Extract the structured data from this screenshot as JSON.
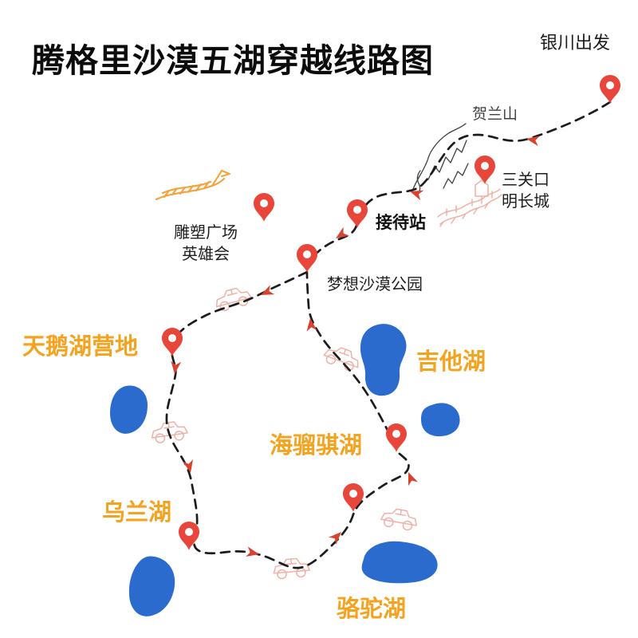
{
  "title": "腾格里沙漠五湖穿越线路图",
  "labels": {
    "yinchuan": "银川出发",
    "helanshan": "贺兰山",
    "sanguankou_line1": "三关口",
    "sanguankou_line2": "明长城",
    "jiedaizhan": "接待站",
    "diaosu_line1": "雕塑广场",
    "diaosu_line2": "英雄会",
    "mengxiang": "梦想沙漠公园",
    "tianehu": "天鹅湖营地",
    "jitahu": "吉他湖",
    "hailiuqi": "海骝骐湖",
    "wulanhu": "乌兰湖",
    "luotuohu": "骆驼湖"
  },
  "colors": {
    "accent_orange": "#f5a31f",
    "pin_red": "#e8463b",
    "lake_blue": "#2a6bcd",
    "route_black": "#1c1c1c",
    "arrow_red": "#d84330",
    "sketch_pink": "#efb0a6",
    "sketch_orange": "#f2a33c"
  },
  "icons": {
    "pin": "location-pin",
    "arrow": "direction-arrow",
    "car": "offroad-vehicle-sketch",
    "mountain": "mountain-ridge-sketch",
    "wall": "great-wall-sketch",
    "sculpture": "sculpture-plaza-sketch"
  }
}
